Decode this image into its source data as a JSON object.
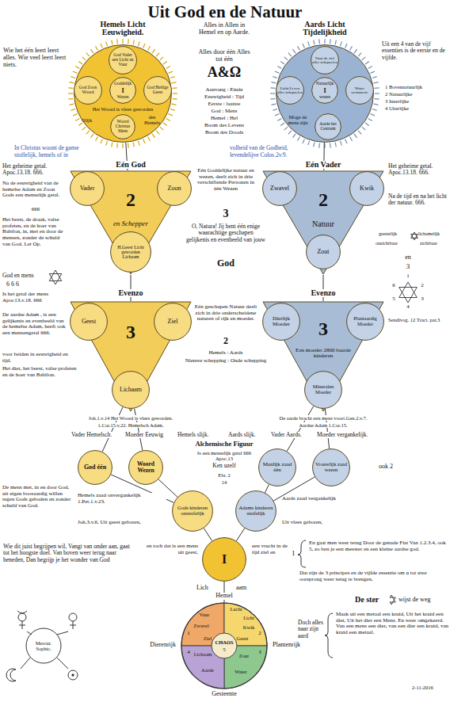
{
  "diagram": {
    "title": "Uit God en de Natuur",
    "nodes": [
      {
        "text": [
          "Hemels Licht Eeuwigheid.",
          "Het Woord is vlees geworden",
          "Slijk",
          "des Hemels"
        ]
      },
      {
        "text": [
          "God Vader een Licht en Vuur"
        ],
        "in": 0
      },
      {
        "text": [
          "God Zoon Woord"
        ],
        "in": 0
      },
      {
        "text": [
          "Goddelijk",
          "I",
          "Wezen"
        ],
        "in": 0
      },
      {
        "text": [
          "God Heilige Geest"
        ],
        "in": 0
      },
      {
        "text": [
          "Woord Christus Mens"
        ],
        "in": 0
      },
      {
        "text": [
          "Aards Licht Tijdelijkheid",
          "Moge de mens zijn"
        ]
      },
      {
        "text": [
          "Vuur de ziel aller schepselen"
        ],
        "in": 6
      },
      {
        "text": [
          "Licht Leven aller schepselen"
        ],
        "in": 6
      },
      {
        "text": [
          "Natuurlijk",
          "I",
          "wezen"
        ],
        "in": 6
      },
      {
        "text": [
          "Water oermaterie"
        ],
        "in": 6
      },
      {
        "text": [
          "Aarde het Centrum"
        ],
        "in": 6
      },
      {
        "text": [
          "Eén God",
          "2",
          "en Schepper"
        ]
      },
      {
        "text": [
          "Vader"
        ],
        "in": 12
      },
      {
        "text": [
          "Zoon"
        ],
        "in": 12
      },
      {
        "text": [
          "H.Geest Licht geworden Lichaam"
        ],
        "in": 12
      },
      {
        "text": [
          "Eén Vader",
          "2",
          "Natuur"
        ]
      },
      {
        "text": [
          "Zwavel"
        ],
        "in": 16
      },
      {
        "text": [
          "Kwik"
        ],
        "in": 16
      },
      {
        "text": [
          "Zout"
        ],
        "in": 16
      },
      {
        "text": [
          "Evenzo",
          "3"
        ]
      },
      {
        "text": [
          "Geest"
        ],
        "in": 20
      },
      {
        "text": [
          "Ziel"
        ],
        "in": 20
      },
      {
        "text": [
          "Lichaam"
        ],
        "in": 20
      },
      {
        "text": [
          "Evenzo",
          "3",
          "Een moeder 2800 baarde kinderen"
        ]
      },
      {
        "text": [
          "Dierlijk Moeder"
        ],
        "in": 24
      },
      {
        "text": [
          "Plantaardig Moeder"
        ],
        "in": 24
      },
      {
        "text": [
          "Mineralen Moeder"
        ],
        "in": 24
      },
      {
        "text": [
          "God één"
        ]
      },
      {
        "text": [
          "Woord Wezen"
        ]
      },
      {
        "text": [
          "Manlijk zaad één"
        ]
      },
      {
        "text": [
          "Vrouwlijk zaad wezen"
        ]
      },
      {
        "text": [
          "Gods kinderen onsterfelijk"
        ]
      },
      {
        "text": [
          "Adams kinderen sterfelijk"
        ]
      },
      {
        "text": [
          "I"
        ]
      },
      {
        "text": [
          "CHAOS",
          "5",
          "Vuur",
          "Zwavel",
          "Ziel",
          "1",
          "Lucht",
          "Licht",
          "Kwik",
          "Geest",
          "2",
          "Zout",
          "Water",
          "3",
          "Lichaam",
          "Aarde",
          "4"
        ]
      }
    ],
    "edges": [
      {
        "from": 0,
        "to": 12,
        "arrow": "none"
      },
      {
        "from": 6,
        "to": 16,
        "arrow": "none"
      },
      {
        "from": 12,
        "to": 20,
        "arrow": "none"
      },
      {
        "from": 16,
        "to": 24,
        "arrow": "none"
      },
      {
        "from": 23,
        "to": 28,
        "arrow": "none"
      },
      {
        "from": 23,
        "to": 29,
        "arrow": "none"
      },
      {
        "from": 27,
        "to": 30,
        "arrow": "none"
      },
      {
        "from": 27,
        "to": 31,
        "arrow": "none"
      },
      {
        "from": 28,
        "to": 32,
        "arrow": "none"
      },
      {
        "from": 29,
        "to": 32,
        "arrow": "none"
      },
      {
        "from": 30,
        "to": 33,
        "arrow": "none"
      },
      {
        "from": 31,
        "to": 33,
        "arrow": "none"
      },
      {
        "from": 32,
        "to": 34,
        "arrow": "none"
      },
      {
        "from": 33,
        "to": 34,
        "arrow": "none"
      },
      {
        "from": 34,
        "to": 35,
        "arrow": "none"
      }
    ],
    "labels": [
      "Alles in Allen in Hemel en op Aarde.",
      "Alles door één Alles tot één",
      "A&Ω",
      "Aanvang : Einde",
      "Eeuwigheid : Tijd",
      "Eerste : laatste",
      "God : Mens",
      "Hemel : Hel",
      "Boom des Levens",
      "Boom des Doods",
      "Wie het één leert leert alles. Wie veel leert leert niets.",
      "Uit een 4 van de vijf essenties is de eerste en de vijfde.",
      "1 Bovennatuurlijk",
      "2 Natuurlijke",
      "3 Innerlijke",
      "4 Uiterlijke",
      "In Christus woont de ganse",
      "volheid van de Godheid,",
      "stoffelijk, hemels of in",
      "levendelijve Colos.2v.9.",
      "Het geheime getal. Apoc.13.18. 666.",
      "Na de eeuwigheid van de hemelse Adam en Zoon Gods een menselijk getal.",
      "666",
      "Het beest, de draak, valse profeten, en de hoer van Babilon, in, met en door de mensen, zonder de schuld van God. Let Op.",
      "God en mens",
      "6 6 6",
      "Is het getal der mens Apoc13.v.18. 666",
      "De aardse Adam , is een gelijkenis en evenbeeld van de hemelse Adam, heeft ook een mensengetal 666.",
      "voor beiden in eeuwigheid en tijd.",
      "Het dier, het beest, valse profeten en de hoer van Babilon.",
      "De mens met, in en door God, uit eigen boosaardig willen tegen Gods geboden en zonder schuld van God.",
      "Eén Goddelijke natuur en wezen, deelt zich in drie verschillende Personen in één Wezen",
      "3",
      "O, Natura! Jij bent één enige waarachtige geschapen gelijkenis en evenbeeld van jouw",
      "God",
      "Eén geschapen Natuur deelt zich in drie onderscheidene naturen of rijk en moeder.",
      "2",
      "Hemels : Aards",
      "Nieuwe schepping : Oude schepping",
      "Het geheime getal. Apoc.13.18. 666.",
      "Na de tijd en na het licht der natuur. 666.",
      "geestelijk",
      "lichamelijk",
      "onzichtbaar",
      "zichtbaar",
      "en",
      "3",
      "1",
      "2",
      "3",
      "4",
      "5",
      "6",
      "Sendivog. 12 Tract. par.3",
      "Joh.1.v.14 Het Woord is vlees geworden.",
      "1.Cor.15.v.22. Hemelsch Adam.",
      "De aarde bracht een mens voort.Gen.2.v.7.",
      "Aardse Adam 1.Cor.15.",
      "Vader Hemelsch.",
      "Moeder Eeuwig",
      "Hemels slijk.",
      "Aards slijk.",
      "Vader Aards.",
      "Moeder vergankelijk.",
      "Alchemische Figuur",
      "Is een menselijk getal 666 Apoc.13",
      "Ken uzelf",
      "Ebr. 2",
      "14",
      "ook 2",
      "Hemels zaad onvergankelijk 1.Pet.1.v.23.",
      "Aards zaad vergankelijk",
      "Joh.3.v.6. Uit geest geboren,",
      "Uit vlees geboren,",
      "en toch dat is een mens uit geest,",
      "een vrucht in de tijd ziel en",
      "Lich",
      "aam",
      "Hemel",
      "Dierenrijk",
      "Plantenrijk",
      "Gesteente",
      "Wie dit juist begrijpen wil, Vangt van onder aan, gaat tot het hoogste doel. Van boven weer terug naar beneden, Dan begrijp je het wonder van God",
      "1",
      "En gaat men weer terug Door de genade Fiat Van 1.2.3.4, ook 5, zo ben je een meester en een kleine aardse god.",
      "Dat zijn de 3 principes en de vijfde essentie om u tot uwe oorsprong weer terug te brengen.",
      "De ster",
      "wijst de weg",
      "Doch alles naar zijn aard",
      "Maak uit een metaal een kruid, Uit het kruid een dier, Uit het dier een Mens. En weer omgekeerd. Van een mens een dier, van een dier een kruid, van kruid een metaal.",
      "2-11-2016",
      "Mercur. Sophic."
    ]
  }
}
